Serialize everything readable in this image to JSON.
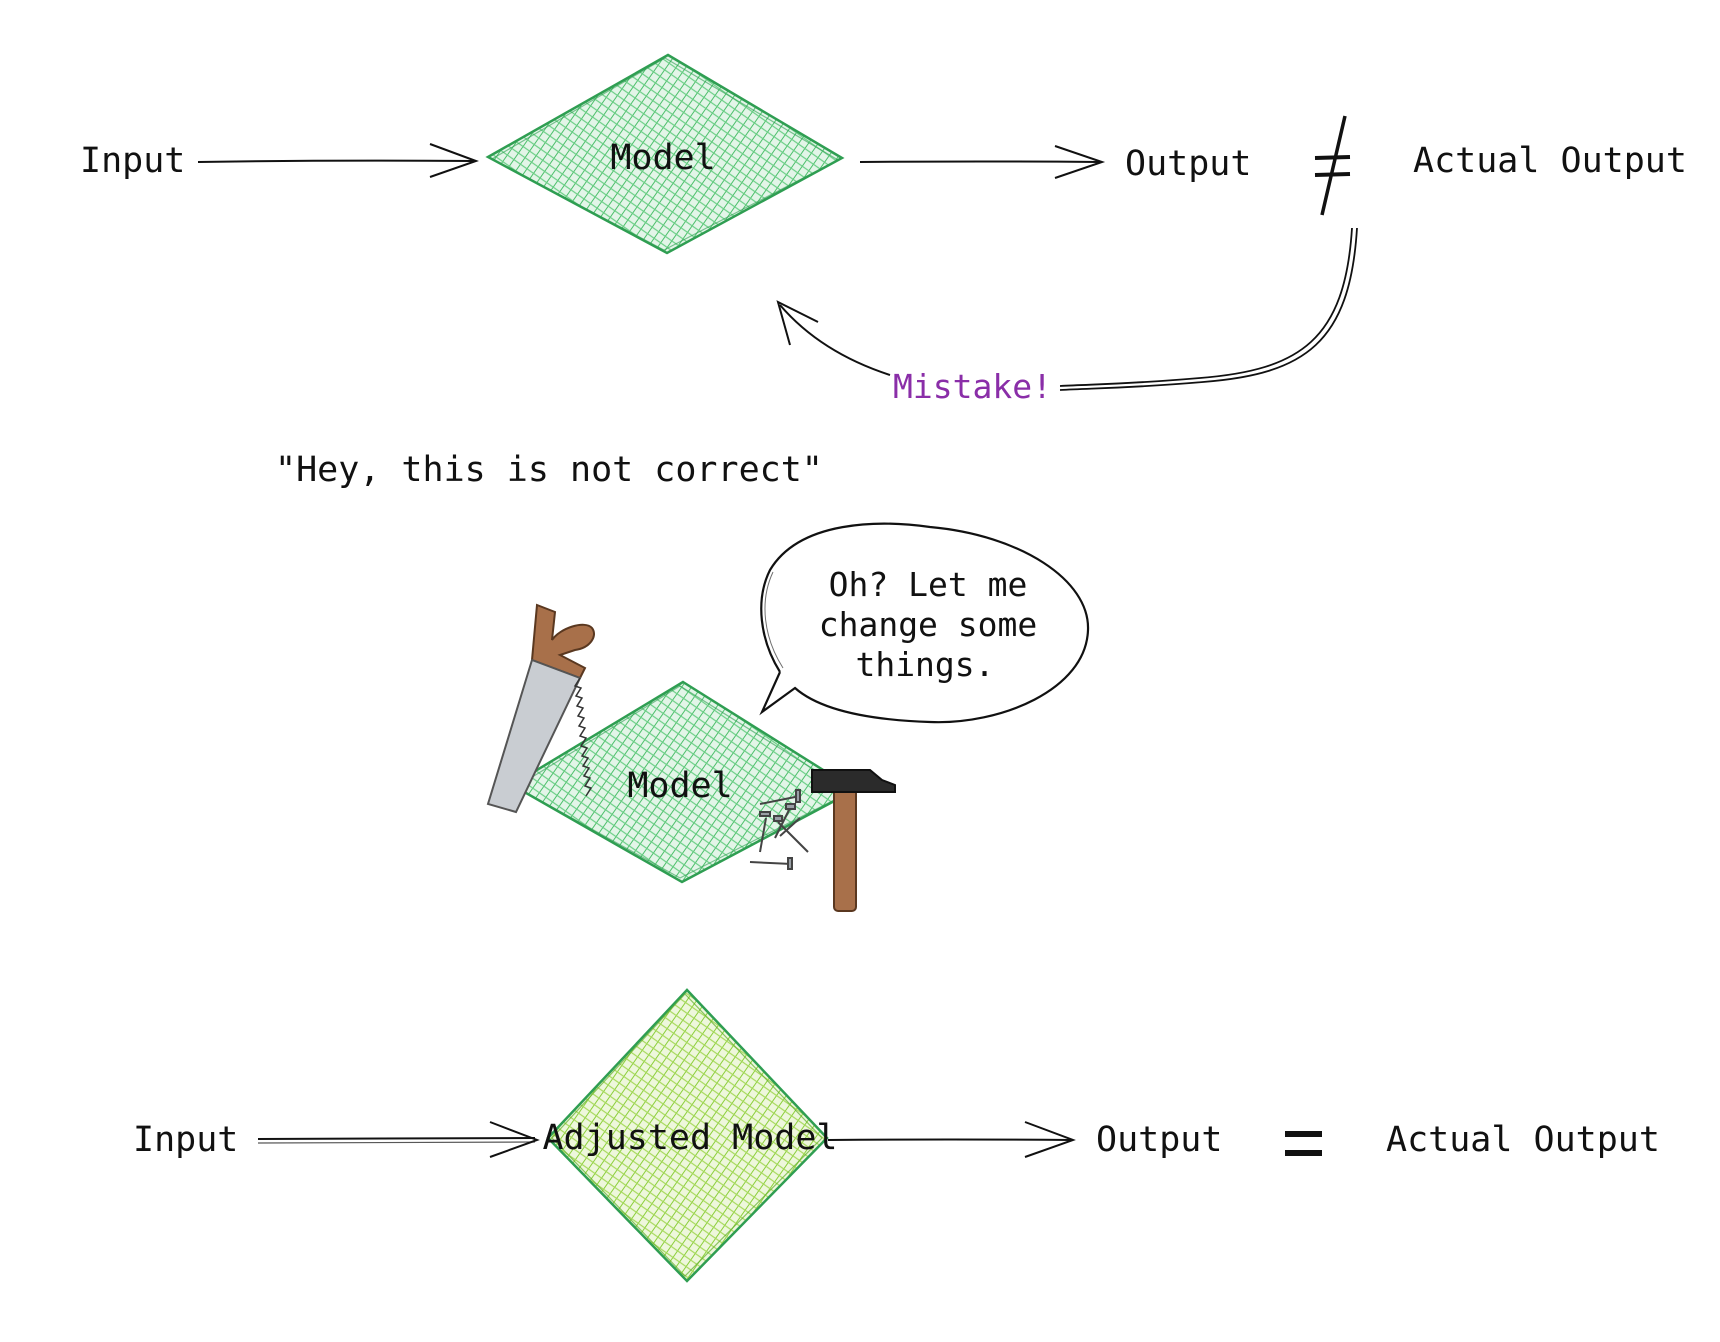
{
  "top_flow": {
    "input": "Input",
    "model": "Model",
    "output": "Output",
    "not_equal": "≠",
    "actual_output": "Actual Output"
  },
  "feedback": {
    "mistake": "Mistake!",
    "quote": "\"Hey, this is not correct\""
  },
  "middle": {
    "model": "Model",
    "speech_lines": [
      "Oh? Let me",
      "change some",
      "things."
    ]
  },
  "bottom_flow": {
    "input": "Input",
    "model": "Adjusted Model",
    "output": "Output",
    "equals": "=",
    "actual_output": "Actual Output"
  },
  "colors": {
    "model_fill": "#4cbf6b",
    "adjusted_model_fill": "#8bcf3a",
    "mistake_text": "#8a2ea8",
    "tool_wood": "#a8704a",
    "tool_metal": "#2b2b2b",
    "saw_blade": "#c9cdd2",
    "ink": "#111111"
  },
  "icons": [
    "saw-icon",
    "hammer-icon",
    "nails-icon",
    "speech-bubble"
  ]
}
